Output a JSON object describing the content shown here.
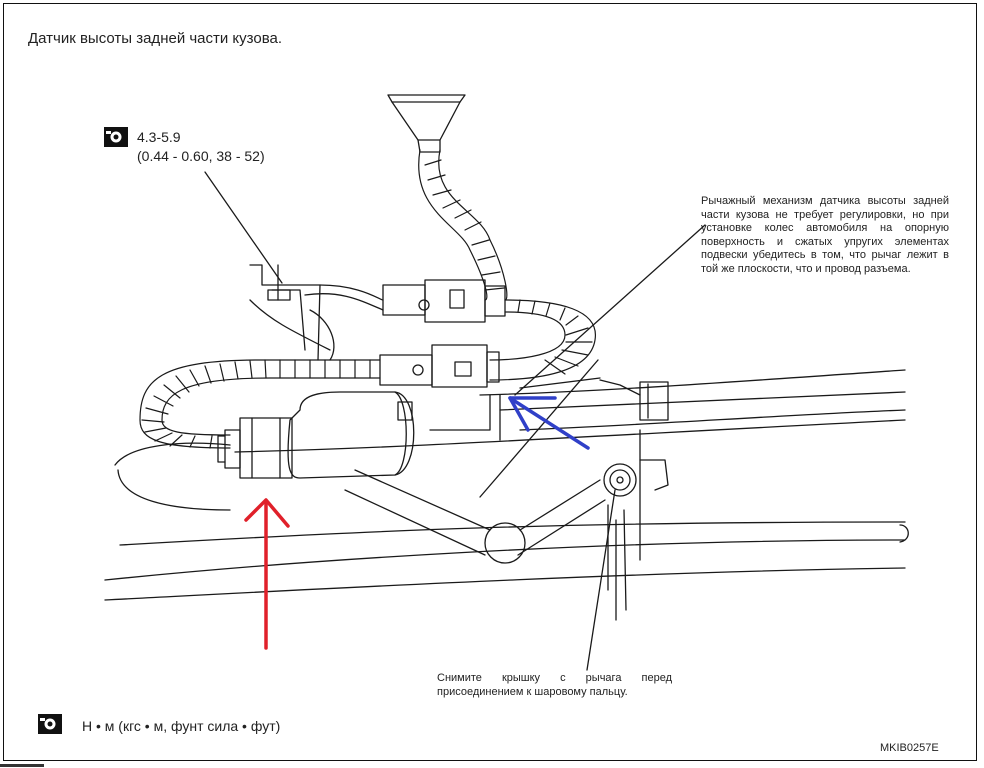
{
  "title": "Датчик высоты задней части кузова.",
  "torque": {
    "icon": "torque-wrench-icon",
    "line1": "4.3-5.9",
    "line2": "(0.44 - 0.60, 38 - 52)"
  },
  "note_lever": "Рычажный механизм датчика высоты задней части кузова не требует регулировки, но при установке колес автомобиля на опорную поверхность и сжатых упругих элементах подвески убедитесь в том, что рычаг лежит в той же плоскости, что и провод разъема.",
  "note_cap": "Снимите крышку с рычага перед присоединением к шаровому пальцу.",
  "legend": {
    "icon": "torque-wrench-icon",
    "text": "Н • м (кгс • м, фунт сила • фут)"
  },
  "figure_code": "MKIB0257E",
  "colors": {
    "line": "#1a1a1a",
    "red_arrow": "#e0202a",
    "blue_arrow": "#3040c8"
  }
}
